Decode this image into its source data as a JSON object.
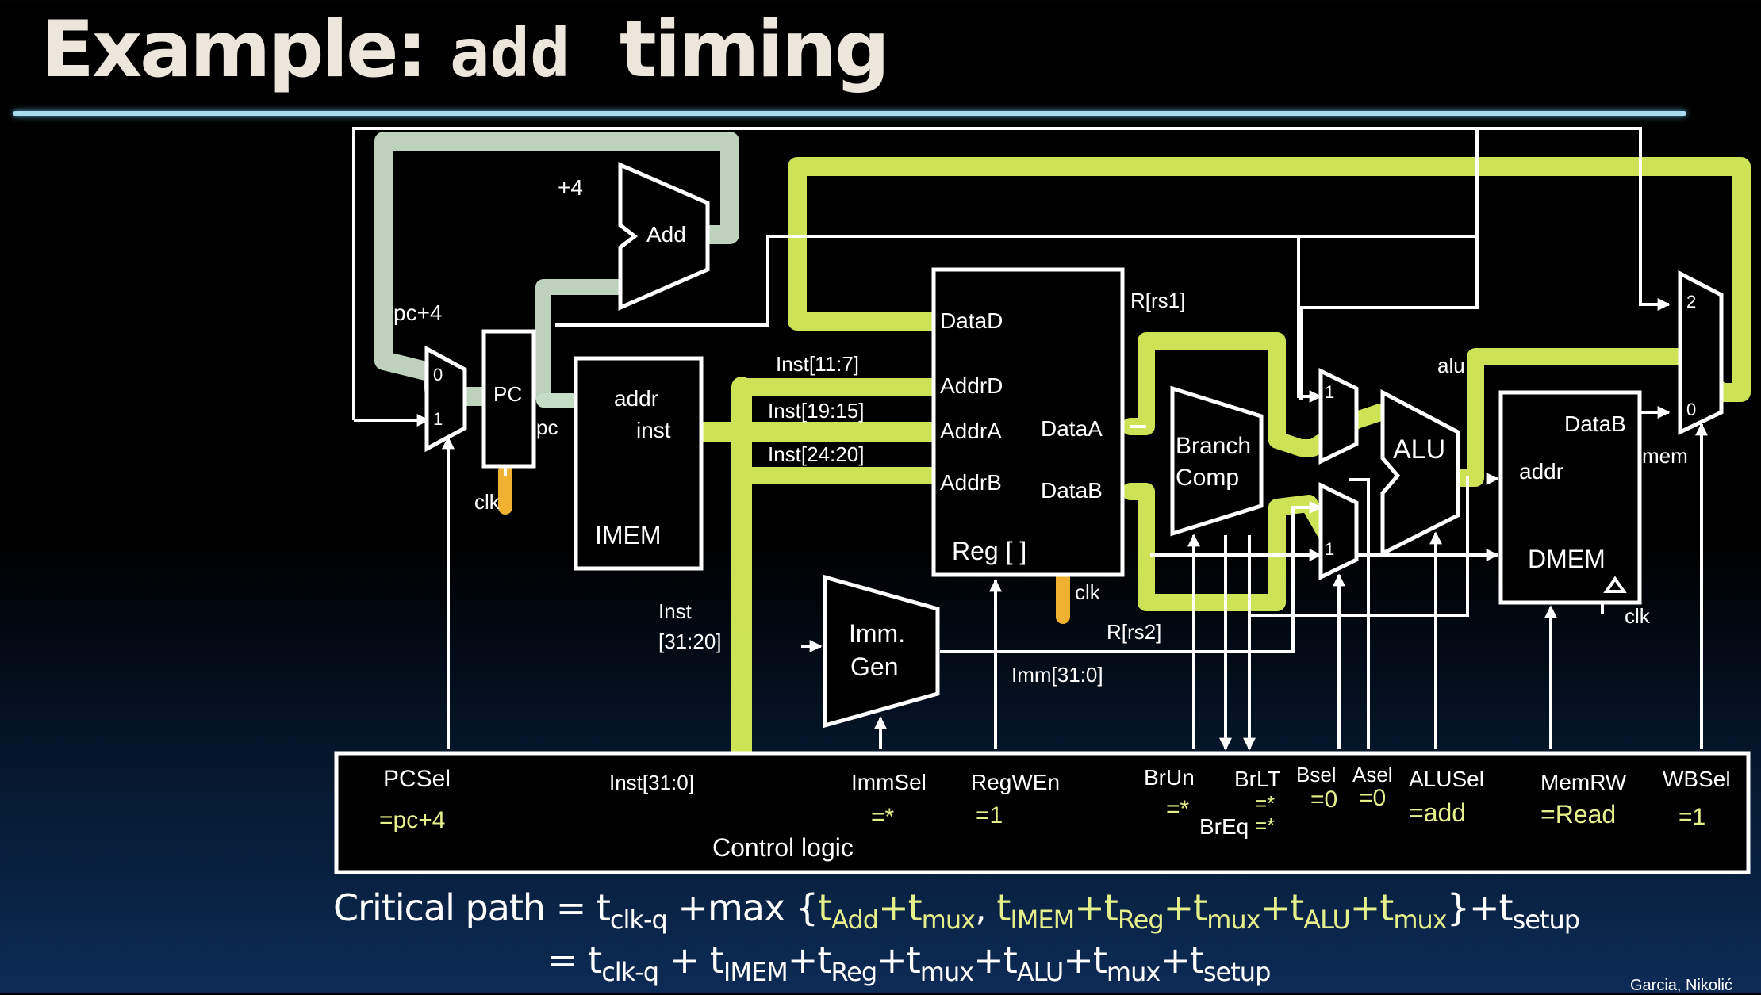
{
  "title": {
    "prefix": "Example: ",
    "code": "add",
    "suffix": "  timing"
  },
  "diagram": {
    "adder": {
      "plus4": "+4",
      "add": "Add"
    },
    "pc_mux": {
      "in0": "0",
      "in1": "1",
      "pc_plus4": "pc+4"
    },
    "pc": {
      "label": "PC",
      "out": "pc",
      "clk": "clk"
    },
    "imem": {
      "addr": "addr",
      "inst": "inst",
      "name": "IMEM"
    },
    "inst_fields": {
      "rd": "Inst[11:7]",
      "rs1": "Inst[19:15]",
      "rs2": "Inst[24:20]",
      "imm_line1": "Inst",
      "imm_line2": "[31:20]",
      "all": "Inst[31:0]"
    },
    "regfile": {
      "datad": "DataD",
      "addrd": "AddrD",
      "addra": "AddrA",
      "addrb": "AddrB",
      "dataa": "DataA",
      "datab": "DataB",
      "name": "Reg [ ]",
      "clk": "clk",
      "rs1": "R[rs1]",
      "rs2": "R[rs2]"
    },
    "immgen": {
      "line1": "Imm.",
      "line2": "Gen",
      "out": "Imm[31:0]"
    },
    "branch": {
      "line1": "Branch",
      "line2": "Comp"
    },
    "alu": {
      "name": "ALU",
      "a_in1": "1",
      "b_in1": "1",
      "out": "alu"
    },
    "dmem": {
      "datab": "DataB",
      "addr": "addr",
      "name": "DMEM",
      "clk": "clk"
    },
    "wb_mux": {
      "in2": "2",
      "in0": "0",
      "mem": "mem"
    }
  },
  "control": {
    "pcsel": {
      "name": "PCSel",
      "value": "=pc+4"
    },
    "inst": "Inst[31:0]",
    "immsel": {
      "name": "ImmSel",
      "value": "=*"
    },
    "regwen": {
      "name": "RegWEn",
      "value": "=1"
    },
    "brun": {
      "name": "BrUn",
      "value": "=*"
    },
    "brlt": {
      "name": "BrLT",
      "value": "=*"
    },
    "breq": {
      "name": "BrEq",
      "value": "=*"
    },
    "bsel": {
      "name": "Bsel",
      "value": "=0"
    },
    "asel": {
      "name": "Asel",
      "value": "=0"
    },
    "alusel": {
      "name": "ALUSel",
      "value": "=add"
    },
    "memrw": {
      "name": "MemRW",
      "value": "=Read"
    },
    "wbsel": {
      "name": "WBSel",
      "value": "=1"
    },
    "label": "Control logic"
  },
  "equation": {
    "line1": {
      "lhs": "Critical path = ",
      "t1": "t",
      "t1_sub": "clk-q",
      "mid": " +max {",
      "a1": "t",
      "a1_sub": "Add",
      "a2": "+t",
      "a2_sub": "mux",
      "comma": ", ",
      "b1": "t",
      "b1_sub": "IMEM",
      "b2": "+t",
      "b2_sub": "Reg",
      "b3": "+t",
      "b3_sub": "mux",
      "b4": "+t",
      "b4_sub": "ALU",
      "b5": "+t",
      "b5_sub": "mux",
      "close": "}+t",
      "setup_sub": "setup"
    },
    "line2": {
      "eq": "= t",
      "s1": "clk-q",
      "p1": " + t",
      "s2": "IMEM",
      "p2": "+t",
      "s3": "Reg",
      "p3": "+t",
      "s4": "mux",
      "p4": "+t",
      "s5": "ALU",
      "p5": "+t",
      "s6": "mux",
      "p6": "+t",
      "s7": "setup"
    }
  },
  "credit": "Garcia, Nikolić",
  "colors": {
    "highlight": "#d8ef5a",
    "highlight_pale": "#c7dcc6",
    "clock": "#f0b030",
    "label_yellow": "#e5f08a",
    "title": "#ede6dc",
    "rule": "#a8ddf0"
  }
}
